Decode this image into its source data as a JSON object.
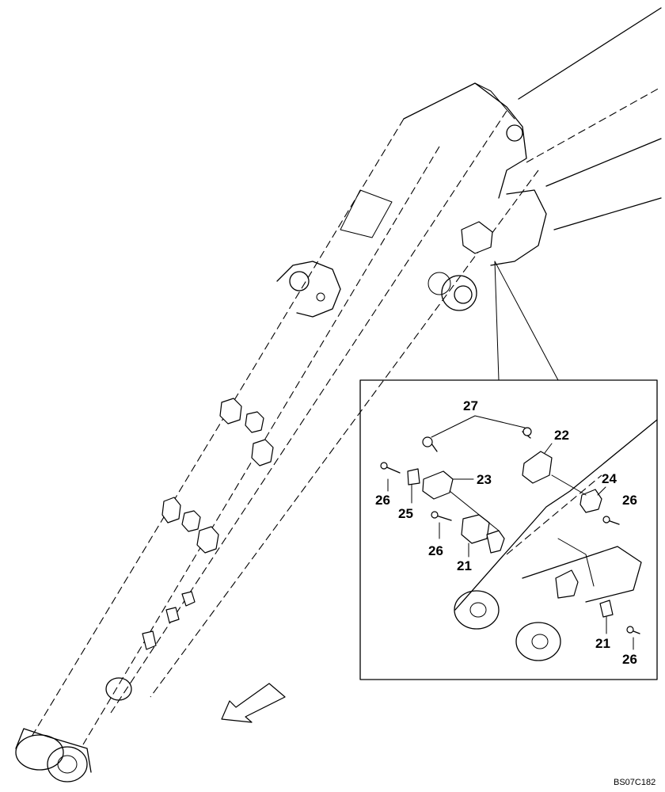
{
  "labels": {
    "l27": "27",
    "l22": "22",
    "l23": "23",
    "l24": "24",
    "l26a": "26",
    "l25": "25",
    "l26b": "26",
    "l26c": "26",
    "l21a": "21",
    "l21b": "21",
    "l26d": "26"
  },
  "figure_code": "BS07C182",
  "colors": {
    "line": "#000000",
    "background": "#ffffff"
  },
  "icons": {
    "direction": "front-direction-arrow-icon"
  }
}
